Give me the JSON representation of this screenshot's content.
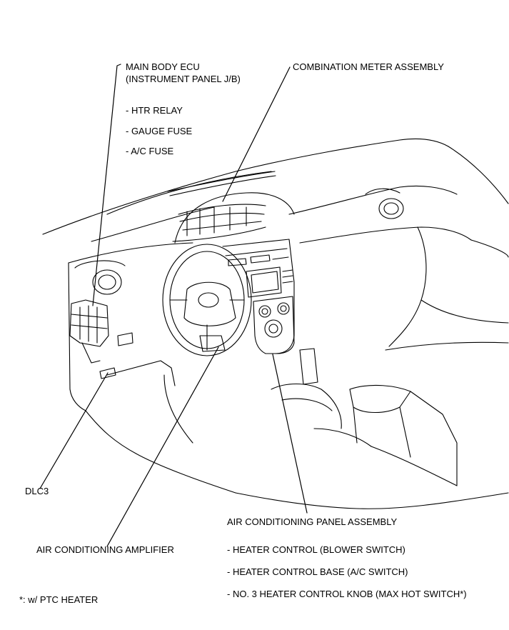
{
  "labels": {
    "main_body_ecu": {
      "title_line1": "MAIN BODY ECU",
      "title_line2": "(INSTRUMENT PANEL J/B)",
      "items": [
        "- HTR RELAY",
        "- GAUGE FUSE",
        "- A/C FUSE"
      ]
    },
    "combination_meter": "COMBINATION METER ASSEMBLY",
    "dlc3": "DLC3",
    "air_conditioning_amplifier": "AIR CONDITIONING AMPLIFIER",
    "air_conditioning_panel": {
      "title": "AIR CONDITIONING PANEL ASSEMBLY",
      "items": [
        "- HEATER CONTROL (BLOWER SWITCH)",
        "- HEATER CONTROL BASE (A/C SWITCH)",
        "- NO. 3 HEATER CONTROL KNOB (MAX HOT SWITCH*)"
      ]
    },
    "footnote": "*: w/ PTC HEATER"
  }
}
